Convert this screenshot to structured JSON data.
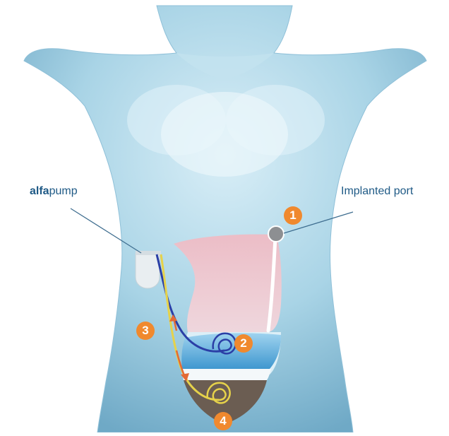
{
  "labels": {
    "pump_name_bold": "alfa",
    "pump_name_rest": "pump",
    "implanted_port": "Implanted port"
  },
  "markers": [
    {
      "number": "1"
    },
    {
      "number": "2"
    },
    {
      "number": "3"
    },
    {
      "number": "4"
    }
  ],
  "colors": {
    "skin": "#a9d4e6",
    "skin_shadow": "#6fa9c6",
    "label_text": "#1f5a86",
    "leader_line": "#3e6d8f",
    "marker": "#f0892e",
    "peritoneal_fluid": "#4aa3d8",
    "liver_region": "#e8a3ae",
    "bladder": "#6b5d52",
    "peritoneal_catheter": "#2b3fa6",
    "bladder_catheter": "#e6d24a",
    "flow_arrow": "#e36a35"
  },
  "icons": {
    "port": "grey-port-icon",
    "pump": "pump-device-icon"
  }
}
